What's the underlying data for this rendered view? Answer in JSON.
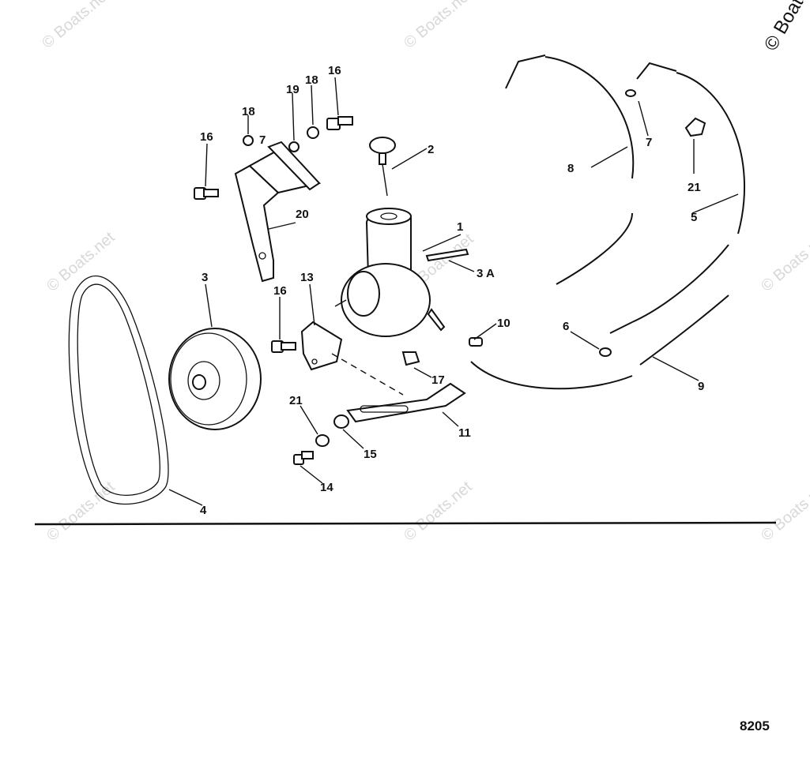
{
  "watermark": {
    "text": "© Boats.net",
    "corner_text": "© Boats"
  },
  "diagram_code": "8205",
  "callouts": {
    "c1": "1",
    "c2": "2",
    "c3": "3",
    "c3a": "3 A",
    "c4": "4",
    "c5": "5",
    "c6": "6",
    "c7a": "7",
    "c7b": "7",
    "c8": "8",
    "c9": "9",
    "c10": "10",
    "c11": "11",
    "c13": "13",
    "c14": "14",
    "c15": "15",
    "c16a": "16",
    "c16b": "16",
    "c16c": "16",
    "c17": "17",
    "c18a": "18",
    "c18b": "18",
    "c19": "19",
    "c20": "20",
    "c21a": "21",
    "c21b": "21"
  }
}
